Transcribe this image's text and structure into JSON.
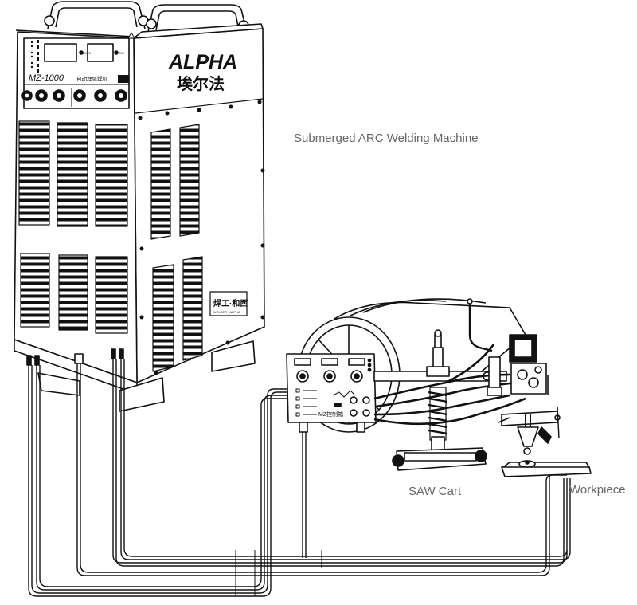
{
  "labels": {
    "machine_caption": "Submerged ARC Welding Machine",
    "cart_caption": "SAW Cart",
    "workpiece_caption": "Workpiece"
  },
  "machine": {
    "brand": "ALPHA",
    "brand_cn": "埃尔法",
    "model": "MZ-1000",
    "model_subtitle": "自动埋弧焊机",
    "panel_badge": "焊工·和西",
    "panel_badge_sub": "WELDER · ALPHA",
    "display_left_unit": "DIGS",
    "display_right_unit": "DIS",
    "warning_icon": "warning-triangle-icon"
  },
  "controller": {
    "label": "MZ控制箱"
  }
}
